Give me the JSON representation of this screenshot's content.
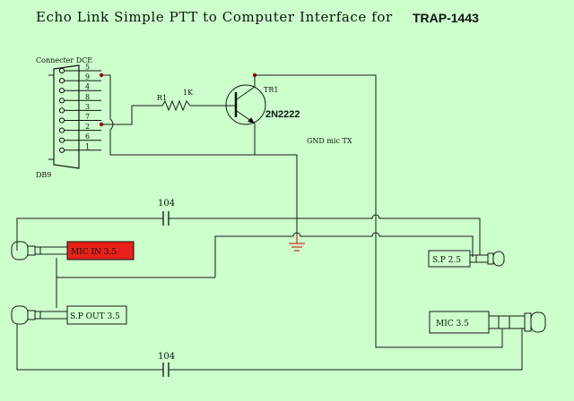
{
  "title": {
    "main": "Echo Link Simple PTT to Computer Interface for",
    "model": "TRAP-1443"
  },
  "db9": {
    "label_top": "Connecter DCE",
    "label_bottom": "DB9",
    "pins": [
      "5",
      "9",
      "4",
      "8",
      "3",
      "7",
      "2",
      "6",
      "1"
    ]
  },
  "resistor": {
    "name": "R1",
    "value": "1K"
  },
  "transistor": {
    "name": "TR1",
    "part": "2N2222"
  },
  "net_label": "GND mic TX",
  "capacitor_top": "104",
  "capacitor_bottom": "104",
  "jacks": {
    "mic_in": "MIC IN 3.5",
    "sp_out": "S.P OUT 3.5",
    "sp_25": "S.P 2.5",
    "mic_35": "MIC 3.5"
  },
  "colors": {
    "background": "#ccffcc",
    "mic_in_fill": "#e8211b",
    "junction_dot": "#b00000",
    "ground": "#cc0000"
  }
}
